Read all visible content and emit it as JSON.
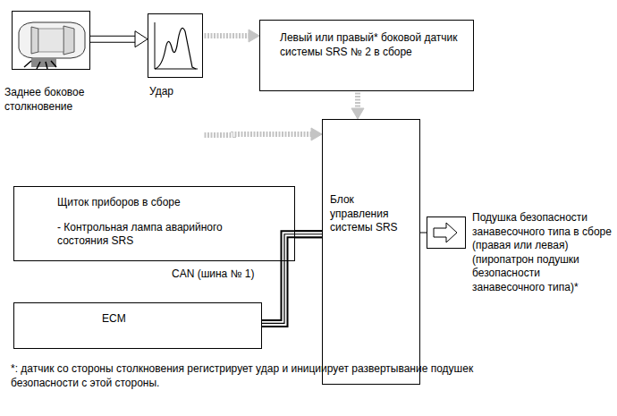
{
  "diagram": {
    "nodes": [
      {
        "text": [
          "Заднее боковое столкновение"
        ]
      },
      {
        "text": [
          "Удар"
        ]
      },
      {
        "text": [
          "Левый или правый* боковой датчик системы SRS № 2 в сборе"
        ]
      },
      {
        "text": [
          "Щиток приборов в сборе",
          "- Контрольная лампа аварийного состояния SRS"
        ]
      },
      {
        "text": [
          "Блок управления системы SRS"
        ]
      },
      {
        "text": [
          "Подушка безопасности занавесочного типа в сборе (правая или левая) (пиропатрон подушки безопасности занавесочного типа)*"
        ]
      },
      {
        "text": [
          "ECM"
        ]
      }
    ],
    "edges": [
      {
        "from": 0,
        "to": 1,
        "arrow": "to"
      },
      {
        "from": 1,
        "to": 2,
        "arrow": "to"
      },
      {
        "from": 1,
        "to": 4,
        "arrow": "to"
      },
      {
        "from": 2,
        "to": 4,
        "arrow": "to"
      },
      {
        "from": 3,
        "to": 4,
        "arrow": "none"
      },
      {
        "from": 6,
        "to": 4,
        "arrow": "none"
      },
      {
        "from": 4,
        "to": 5,
        "arrow": "none"
      }
    ],
    "labels": [
      "CAN (шина № 1)",
      "*: датчик со стороны столкновения регистрирует удар и инициирует развертывание подушек безопасности с этой стороны."
    ]
  }
}
